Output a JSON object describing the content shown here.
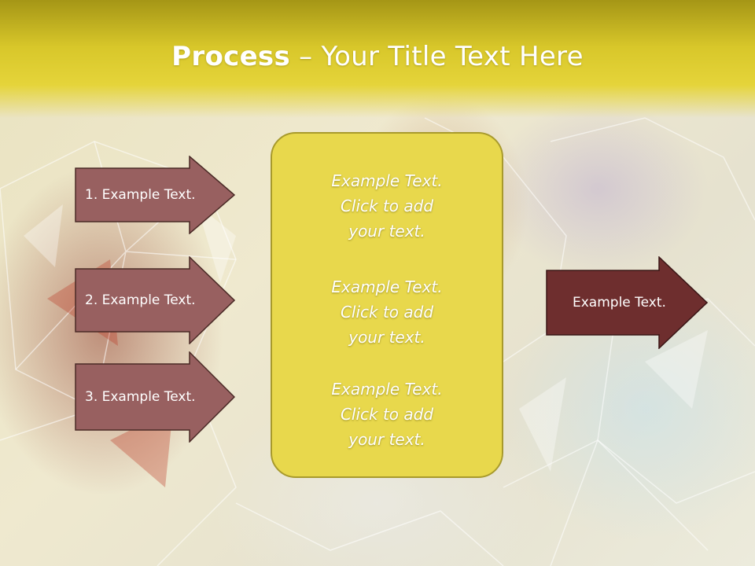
{
  "title": {
    "bold": "Process",
    "rest": " – Your Title Text Here"
  },
  "left_steps": [
    "1. Example Text.",
    "2. Example Text.",
    "3. Example Text."
  ],
  "center_blocks": [
    [
      "Example Text.",
      "Click  to add",
      "your text."
    ],
    [
      "Example Text.",
      "Click  to add",
      "your text."
    ],
    [
      "Example Text.",
      "Click  to add",
      "your text."
    ]
  ],
  "right_arrow": "Example Text.",
  "colors": {
    "title_band": "#d8c72a",
    "left_arrow_fill": "#986060",
    "right_arrow_fill": "#6e2e2e",
    "center_box_fill": "#e8d84c"
  }
}
